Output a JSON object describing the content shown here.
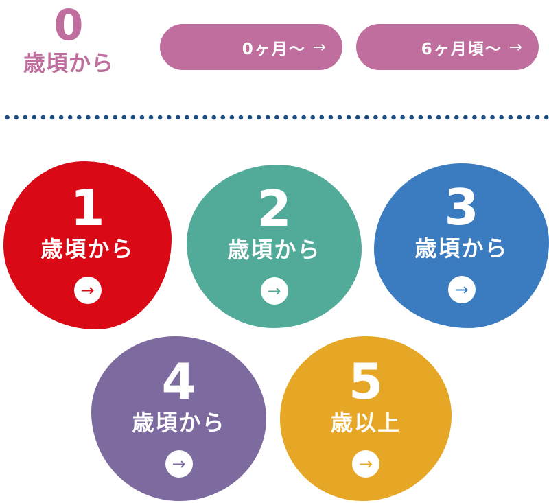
{
  "age0": {
    "number": "0",
    "label": "歳頃から",
    "links": [
      {
        "label": "0ヶ月〜",
        "arrow": "→"
      },
      {
        "label": "6ヶ月頃〜",
        "arrow": "→"
      }
    ]
  },
  "ages": [
    {
      "number": "1",
      "label": "歳頃から",
      "color": "#d90916",
      "arrow": "→"
    },
    {
      "number": "2",
      "label": "歳頃から",
      "color": "#52ab99",
      "arrow": "→"
    },
    {
      "number": "3",
      "label": "歳頃から",
      "color": "#3b7bbf",
      "arrow": "→"
    },
    {
      "number": "4",
      "label": "歳頃から",
      "color": "#7d6a9e",
      "arrow": "→"
    },
    {
      "number": "5",
      "label": "歳以上",
      "color": "#e6a626",
      "arrow": "→"
    }
  ]
}
